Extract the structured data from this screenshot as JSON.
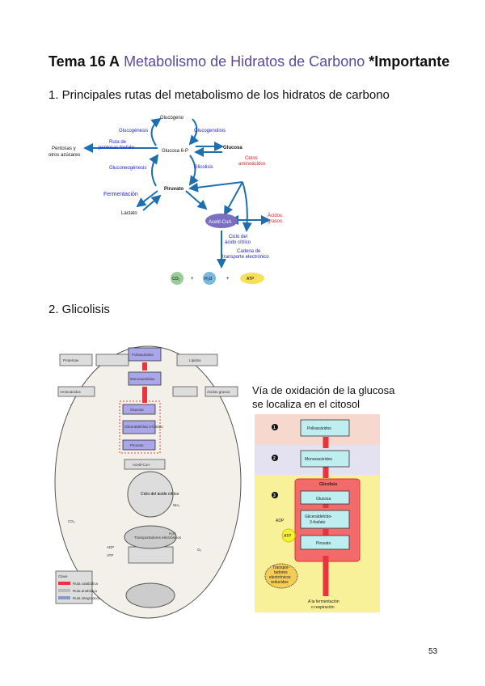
{
  "title": {
    "prefix": "Tema 16 A",
    "topic": "Metabolismo de Hidratos de Carbono",
    "suffix": "*Importante"
  },
  "section1": {
    "heading": "1. Principales rutas del metabolismo de los hidratos de carbono"
  },
  "diagram1": {
    "nodes": {
      "glucogeno": "Glucógeno",
      "glucosa6p": "Glucosa 6-P",
      "glucosa": "Glucosa",
      "piruvato": "Piruvato",
      "lactato": "Lactato",
      "pentosas": [
        "Pentosas y",
        "otros azúcares"
      ],
      "acetilcoa": "Acetil-CoA",
      "co2": "CO₂",
      "h2o": "H₂O",
      "atp": "ATP",
      "plus1": "+",
      "plus2": "+"
    },
    "labels": {
      "glucogenesis": "Glucogénesis",
      "glucogenolisis": "Glucogenolisis",
      "ruta": [
        "Ruta de",
        "pentosas fosfato"
      ],
      "gluconeogenesis": "Gluconeogénesis",
      "glicolisis": "Glicolisis",
      "fermentacion": "Fermentación",
      "aminoacidos": [
        "Cetos",
        "aminoácidos"
      ],
      "acidos_grasos": [
        "Ácidos",
        "grasos"
      ],
      "ciclo": [
        "Ciclo del",
        "ácido cítrico"
      ],
      "cadena": [
        "Cadena de",
        "transporte electrónico"
      ]
    }
  },
  "section2": {
    "heading": "2. Glicolisis"
  },
  "diagram2": {
    "labels": [
      "Proteínas",
      "Polisacáridos",
      "Lípidos",
      "Aminoácidos",
      "Monosacáridos",
      "Ácidos grasos",
      "Glucosa",
      "Gliceraldehído 3-fosfato",
      "Piruvato",
      "Acetil-CoA",
      "Ciclo del ácido cítrico",
      "Transportadores electrónicos",
      "NH₃",
      "CO₂",
      "H₂O",
      "ATP",
      "ADP",
      "O₂"
    ],
    "legend": [
      "Clave",
      "Ruta catabólica",
      "Ruta anabólica",
      "Ruta integradora"
    ]
  },
  "right_panel": {
    "caption": [
      "Vía de oxidación de la glucosa",
      "se localiza en el citosol"
    ],
    "steps": [
      "1",
      "2",
      "3"
    ],
    "boxes": {
      "polisacaridos": "Polisacáridos",
      "monosacaridos": "Monosacáridos",
      "glicolisis": "Glicolisis",
      "glucosa": "Glucosa",
      "gliceraldehido": [
        "Gliceraldehído-",
        "3-fosfato"
      ],
      "piruvato": "Piruvato",
      "adp": "ADP",
      "atp": "ATP",
      "transportadores": [
        "Transpor-",
        "tadores",
        "electrónicos",
        "reducidos"
      ],
      "final": [
        "A la fermentación",
        "o respiración"
      ]
    }
  },
  "page_number": "53",
  "colors": {
    "arrow_blue": "#1f6fb0",
    "label_blue": "#2020e0",
    "label_red": "#e02020",
    "title_purple": "#5a4a9a",
    "red_arrow": "#e8343c"
  }
}
